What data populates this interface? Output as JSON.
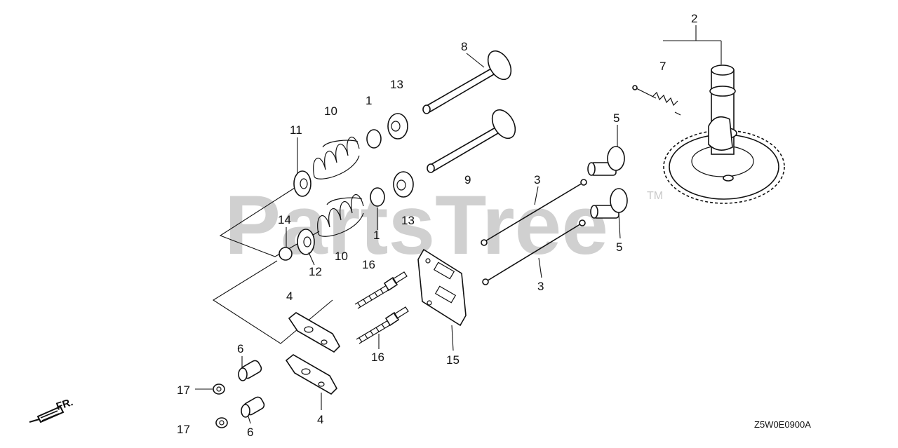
{
  "watermark": {
    "text": "PartsTree",
    "tm": "TM"
  },
  "diagram_code": "Z5W0E0900A",
  "direction": {
    "label": "FR.",
    "icon": "front-direction-arrow-icon"
  },
  "callouts": {
    "c1a": "1",
    "c1b": "1",
    "c2": "2",
    "c3a": "3",
    "c3b": "3",
    "c4a": "4",
    "c4b": "4",
    "c5a": "5",
    "c5b": "5",
    "c6a": "6",
    "c6b": "6",
    "c7": "7",
    "c8": "8",
    "c9": "9",
    "c10a": "10",
    "c10b": "10",
    "c11": "11",
    "c12": "12",
    "c13a": "13",
    "c13b": "13",
    "c14": "14",
    "c15": "15",
    "c16a": "16",
    "c16b": "16",
    "c17a": "17",
    "c17b": "17"
  }
}
